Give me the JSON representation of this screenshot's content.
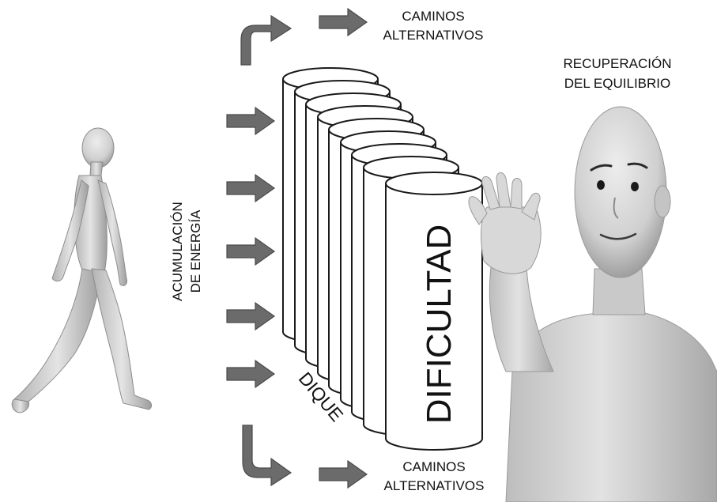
{
  "labels": {
    "top_alt_line1": "CAMINOS",
    "top_alt_line2": "ALTERNATIVOS",
    "bottom_alt_line1": "CAMINOS",
    "bottom_alt_line2": "ALTERNATIVOS",
    "recovery_line1": "RECUPERACIÓN",
    "recovery_line2": "DEL EQUILIBRIO",
    "energy_line1": "ACUMULACIÓN",
    "energy_line2": "DE ENERGÍA",
    "dike": "DIQUE",
    "difficulty": "DIFICULTAD"
  },
  "colors": {
    "arrow": "#6b6b6b",
    "arrow_edge": "#4a4a4a",
    "figure": "#d4d4d4",
    "figure_shadow": "#a9a9a9",
    "cylinder_fill": "#ffffff",
    "cylinder_stroke": "#1a1a1a"
  },
  "icons": {
    "walking_person": "walking-person-figure",
    "waving_person": "waving-person-figure",
    "arrows": "right-arrow-icon"
  }
}
